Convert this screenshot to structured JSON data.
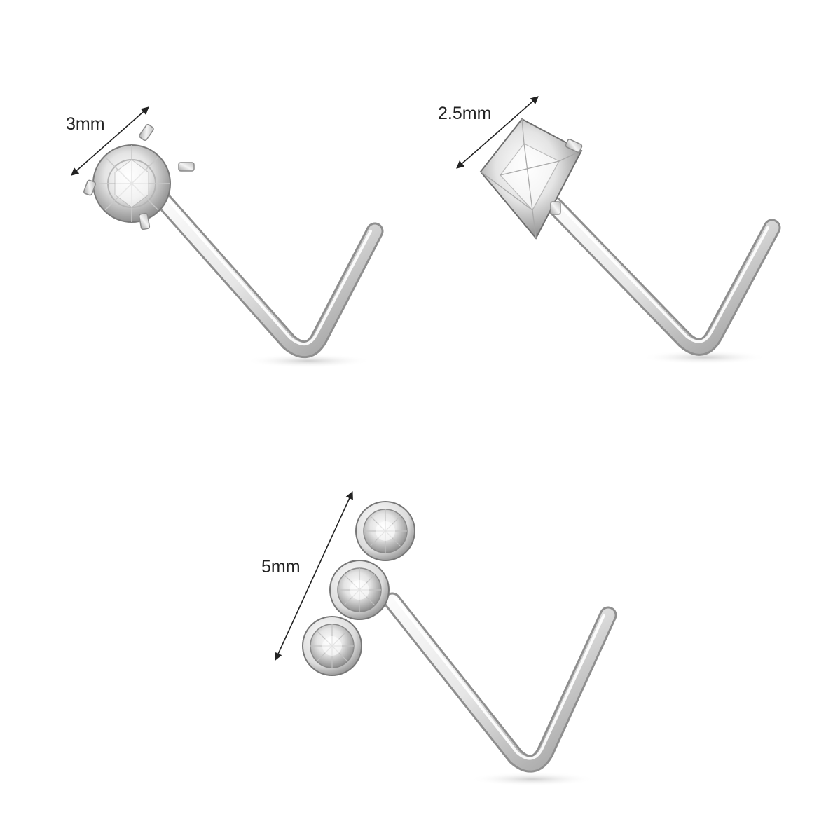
{
  "items": [
    {
      "size_label": "3mm",
      "gem_shape": "round-stone"
    },
    {
      "size_label": "2.5mm",
      "gem_shape": "square-stone"
    },
    {
      "size_label": "5mm",
      "gem_shape": "triple-round-stones"
    }
  ],
  "colors": {
    "background": "#ffffff",
    "metal_light": "#f7f7f7",
    "metal_mid": "#d2d2d2",
    "metal_dark": "#8c8c8c",
    "label_text": "#222222",
    "dimension_line": "#222222"
  }
}
